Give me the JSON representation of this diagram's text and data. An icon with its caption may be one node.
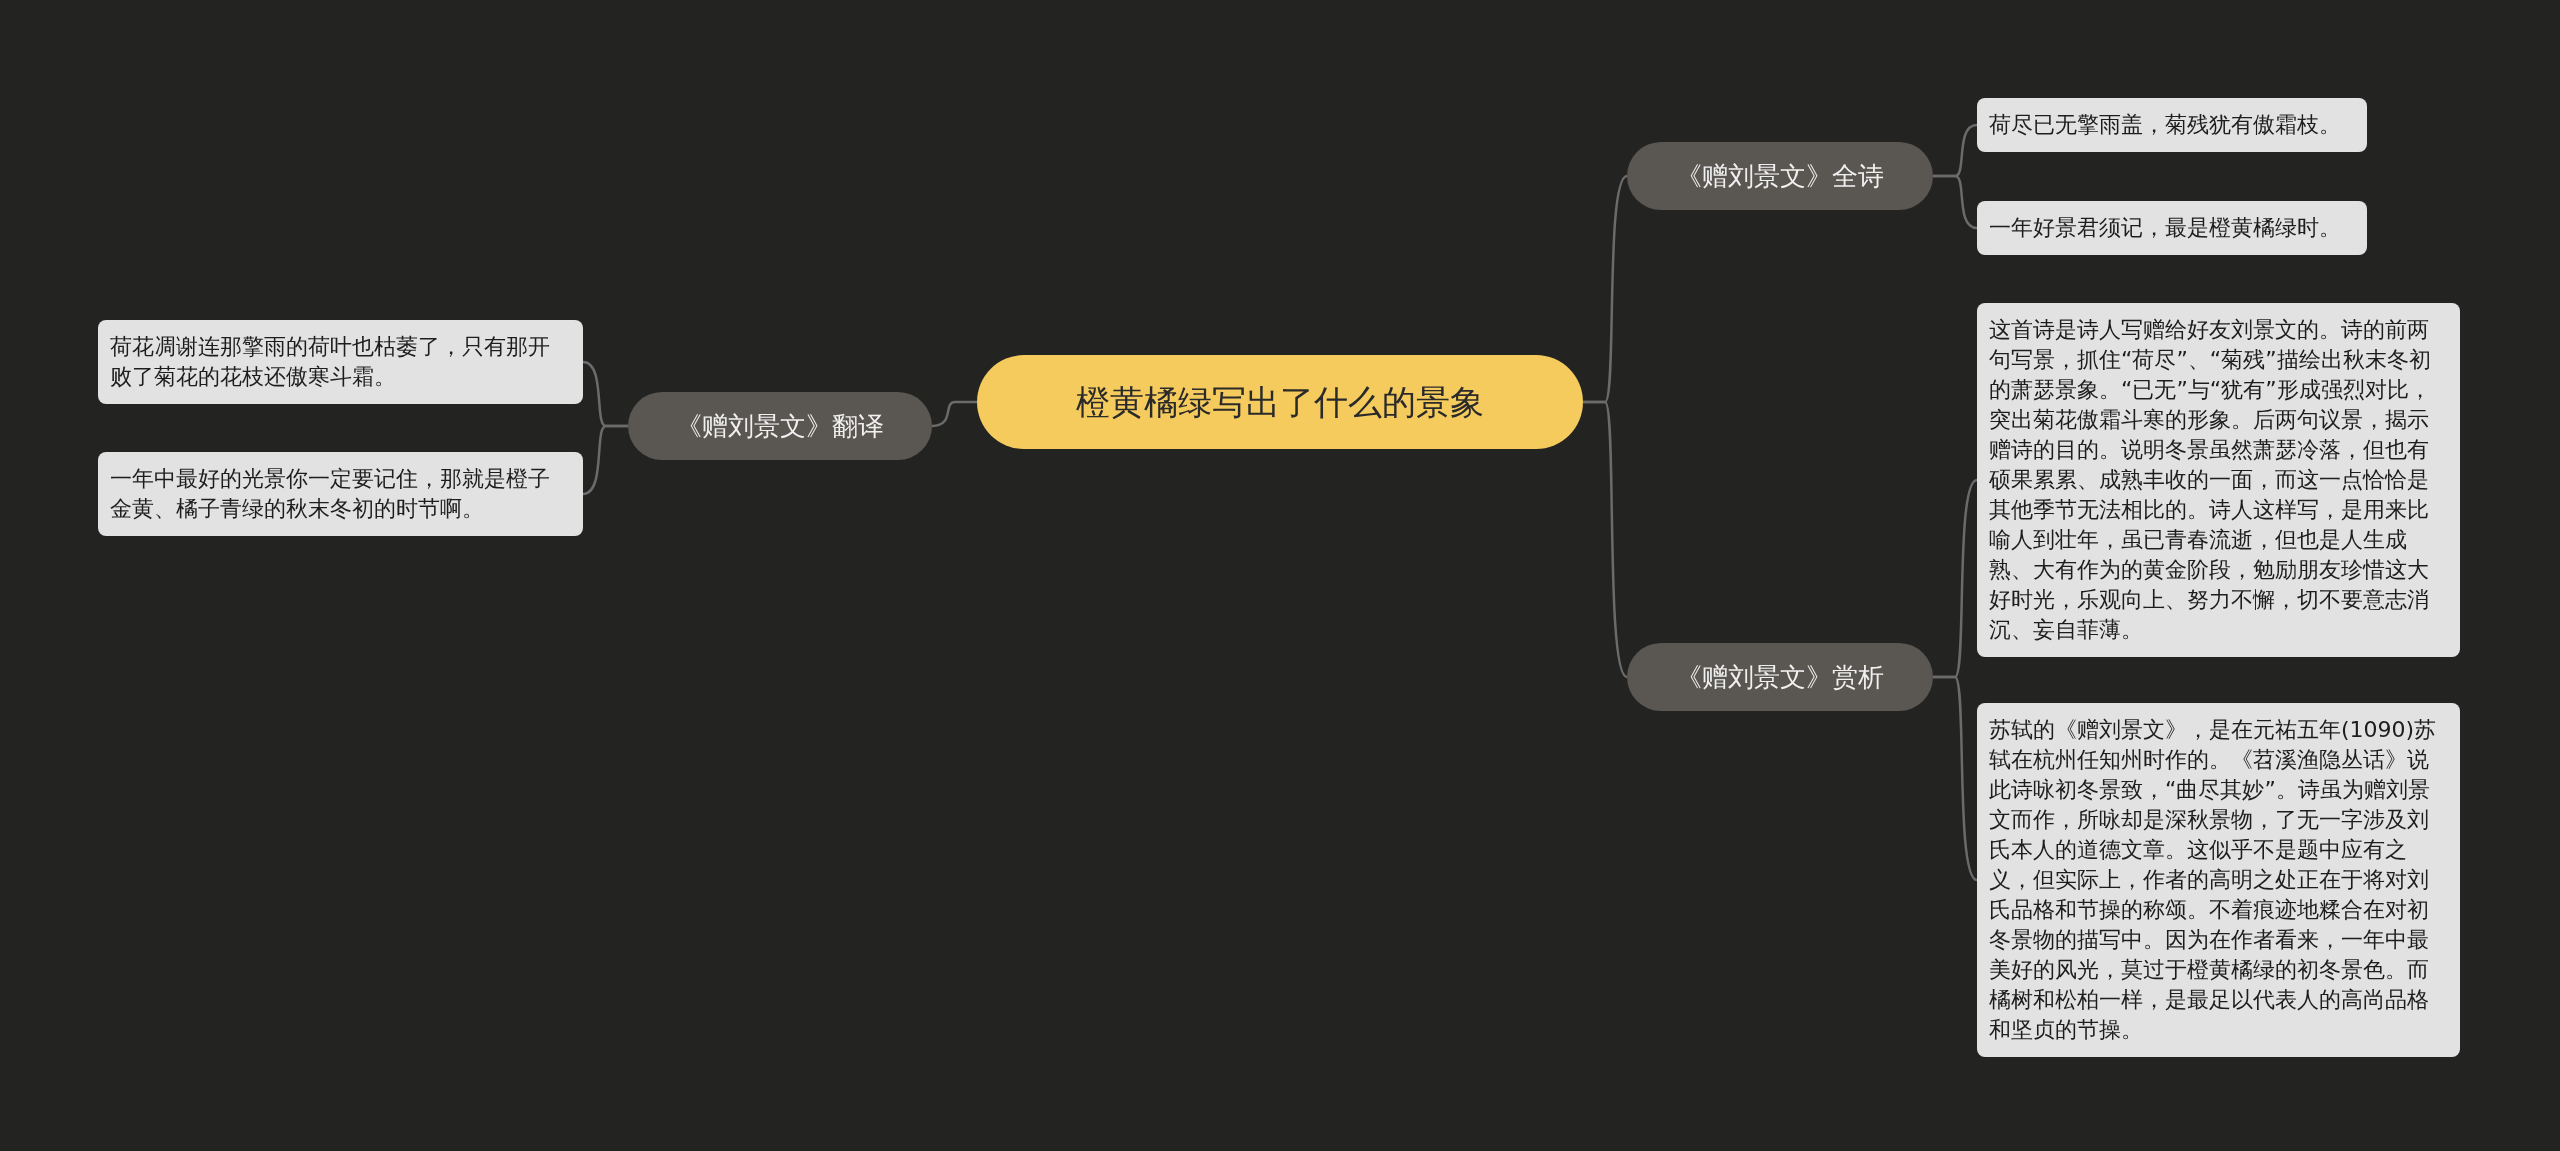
{
  "diagram": {
    "nodes": [
      {
        "text": [
          "橙黄橘绿写出了什么的景象"
        ]
      },
      {
        "text": [
          "《赠刘景文》全诗"
        ]
      },
      {
        "text": [
          "荷尽已无擎雨盖，菊残犹有傲霜枝。"
        ]
      },
      {
        "text": [
          "一年好景君须记，最是橙黄橘绿时。"
        ]
      },
      {
        "text": [
          "《赠刘景文》翻译"
        ]
      },
      {
        "text": [
          "荷花凋谢连那擎雨的荷叶也枯萎了，只有那开败了菊花的花枝还傲寒斗霜。"
        ]
      },
      {
        "text": [
          "一年中最好的光景你一定要记住，那就是橙子金黄、橘子青绿的秋末冬初的时节啊。"
        ]
      },
      {
        "text": [
          "《赠刘景文》赏析"
        ]
      },
      {
        "text": [
          "这首诗是诗人写赠给好友刘景文的。诗的前两句写景，抓住“荷尽”、“菊残”描绘出秋末冬初的萧瑟景象。“已无”与“犹有”形成强烈对比，突出菊花傲霜斗寒的形象。后两句议景，揭示赠诗的目的。说明冬景虽然萧瑟冷落，但也有硕果累累、成熟丰收的一面，而这一点恰恰是其他季节无法相比的。诗人这样写，是用来比喻人到壮年，虽已青春流逝，但也是人生成熟、大有作为的黄金阶段，勉励朋友珍惜这大好时光，乐观向上、努力不懈，切不要意志消沉、妄自菲薄。"
        ]
      },
      {
        "text": [
          "苏轼的《赠刘景文》，是在元祐五年(1090)苏轼在杭州任知州时作的。《苕溪渔隐丛话》说此诗咏初冬景致，“曲尽其妙”。诗虽为赠刘景文而作，所咏却是深秋景物，了无一字涉及刘氏本人的道德文章。这似乎不是题中应有之义，但实际上，作者的高明之处正在于将对刘氏品格和节操的称颂。不着痕迹地糅合在对初冬景物的描写中。因为在作者看来，一年中最美好的风光，莫过于橙黄橘绿的初冬景色。而橘树和松柏一样，是最足以代表人的高尚品格和坚贞的节操。"
        ]
      }
    ],
    "edges": [
      {
        "from": 0,
        "to": 1,
        "arrow": "none"
      },
      {
        "from": 1,
        "to": 2,
        "arrow": "none"
      },
      {
        "from": 1,
        "to": 3,
        "arrow": "none"
      },
      {
        "from": 0,
        "to": 4,
        "arrow": "none"
      },
      {
        "from": 4,
        "to": 5,
        "arrow": "none"
      },
      {
        "from": 4,
        "to": 6,
        "arrow": "none"
      },
      {
        "from": 0,
        "to": 7,
        "arrow": "none"
      },
      {
        "from": 7,
        "to": 8,
        "arrow": "none"
      },
      {
        "from": 7,
        "to": 9,
        "arrow": "none"
      }
    ]
  }
}
